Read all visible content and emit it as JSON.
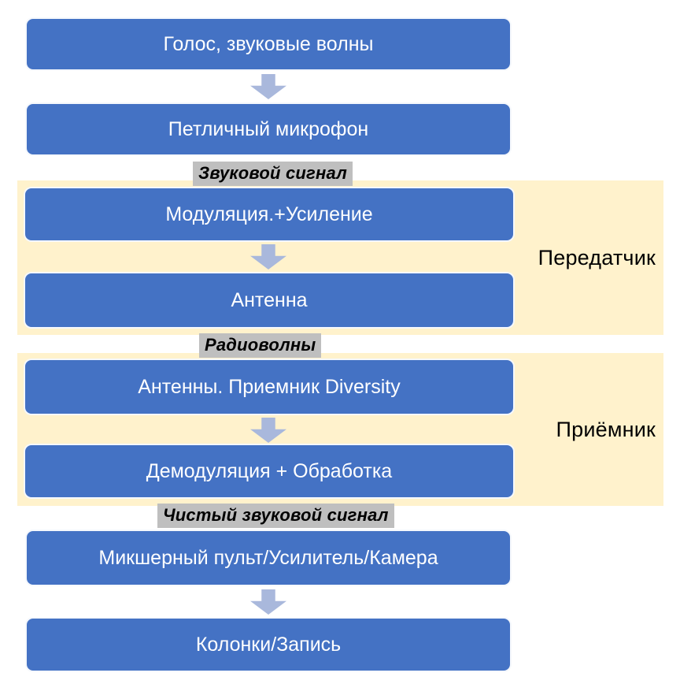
{
  "colors": {
    "box_fill": "#4472C4",
    "box_text": "#FFFFFF",
    "arrow_fill": "#A9B8DC",
    "group_fill": "#FFF2CC",
    "signal_label_bg": "#BFBFBF",
    "text_dark": "#000000"
  },
  "boxes": [
    {
      "label": "Голос, звуковые волны"
    },
    {
      "label": "Петличный микрофон"
    },
    {
      "label": "Модуляция.+Усиление"
    },
    {
      "label": "Антенна"
    },
    {
      "label": "Антенны. Приемник Diversity"
    },
    {
      "label": "Демодуляция + Обработка"
    },
    {
      "label": "Микшерный пульт/Усилитель/Камера"
    },
    {
      "label": "Колонки/Запись"
    }
  ],
  "groups": [
    {
      "label": "Передатчик"
    },
    {
      "label": "Приёмник"
    }
  ],
  "signal_labels": [
    {
      "label": "Звуковой сигнал"
    },
    {
      "label": "Радиоволны"
    },
    {
      "label": "Чистый звуковой сигнал"
    }
  ]
}
